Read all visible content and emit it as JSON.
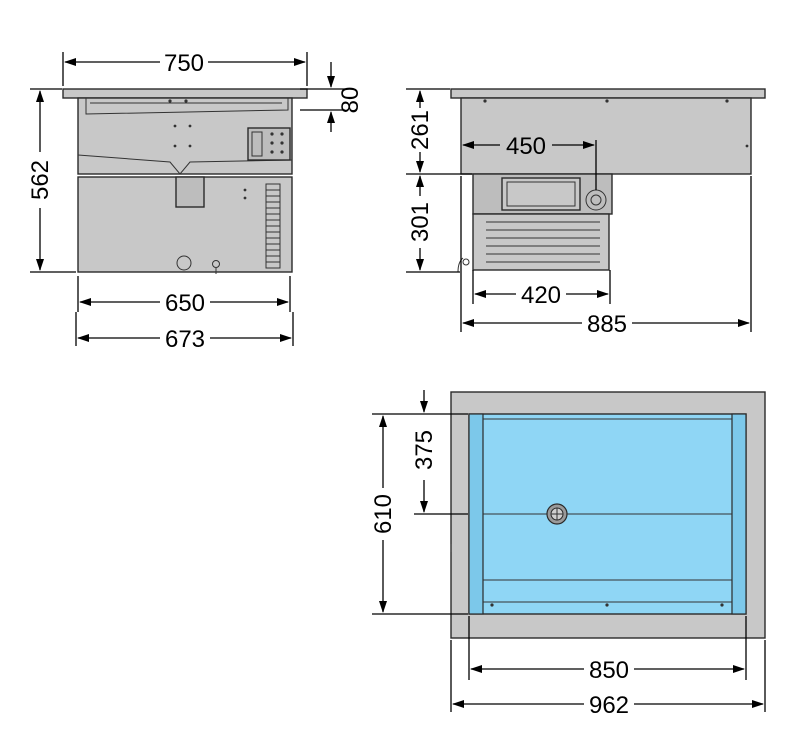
{
  "dimensions": {
    "front_top_width": "750",
    "front_lip_height": "80",
    "front_total_height": "562",
    "front_body_width": "650",
    "front_outer_width": "673",
    "side_upper_height": "261",
    "side_lower_height": "301",
    "side_offset": "450",
    "side_unit_width": "420",
    "side_total_width": "885",
    "plan_depth": "610",
    "plan_half_depth": "375",
    "plan_basin_width": "850",
    "plan_total_width": "962"
  },
  "colors": {
    "metal": "#c8c8c8",
    "water": "#8fd6f5",
    "outline": "#2a2a2a"
  }
}
